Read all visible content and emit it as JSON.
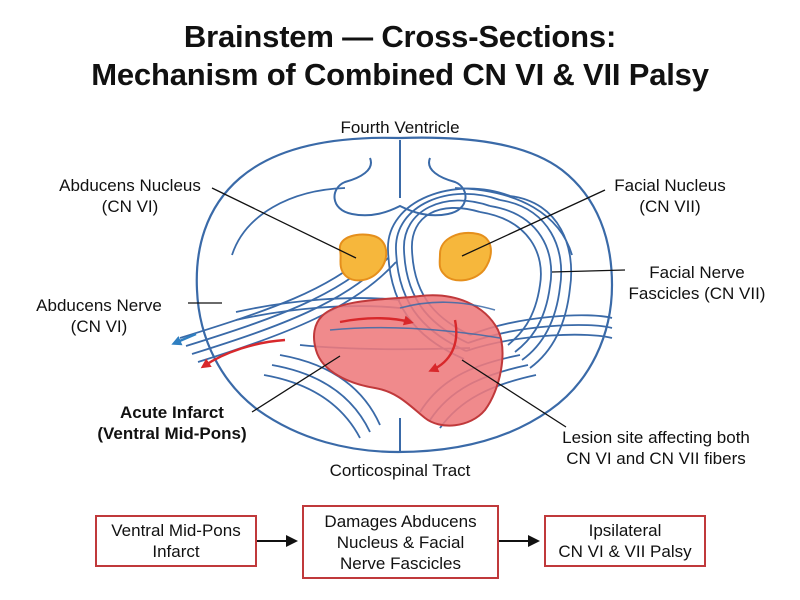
{
  "title": {
    "line1": "Brainstem — Cross-Sections:",
    "line2": "Mechanism of Combined CN VI & VII Palsy"
  },
  "labels": {
    "fourth_ventricle": "Fourth Ventricle",
    "abducens_nucleus": {
      "line1": "Abducens Nucleus",
      "line2": "(CN VI)"
    },
    "facial_nucleus": {
      "line1": "Facial Nucleus",
      "line2": "(CN VII)"
    },
    "facial_nerve_fascicles": {
      "line1": "Facial Nerve",
      "line2": "Fascicles (CN VII)"
    },
    "abducens_nerve": {
      "line1": "Abducens Nerve",
      "line2": "(CN VI)"
    },
    "acute_infarct": {
      "line1": "Acute Infarct",
      "line2": "(Ventral Mid-Pons)"
    },
    "lesion_site": {
      "line1": "Lesion site affecting both",
      "line2": "CN VI and CN VII fibers"
    },
    "corticospinal_tract": "Corticospinal Tract"
  },
  "flow": [
    {
      "text": "Ventral Mid-Pons\nInfarct"
    },
    {
      "text": "Damages Abducens\nNucleus & Facial\nNerve Fascicles"
    },
    {
      "text": "Ipsilateral\nCN VI & VII Palsy"
    }
  ],
  "colors": {
    "outline": "#3a6aa8",
    "nucleus_fill": "#f6b73c",
    "nucleus_stroke": "#e58f1c",
    "infarct_fill": "#ee7a7c",
    "infarct_stroke": "#c0393b",
    "arrow_red": "#d8282b",
    "arrow_blue": "#2f7fc1",
    "box_border": "#c0393b"
  }
}
